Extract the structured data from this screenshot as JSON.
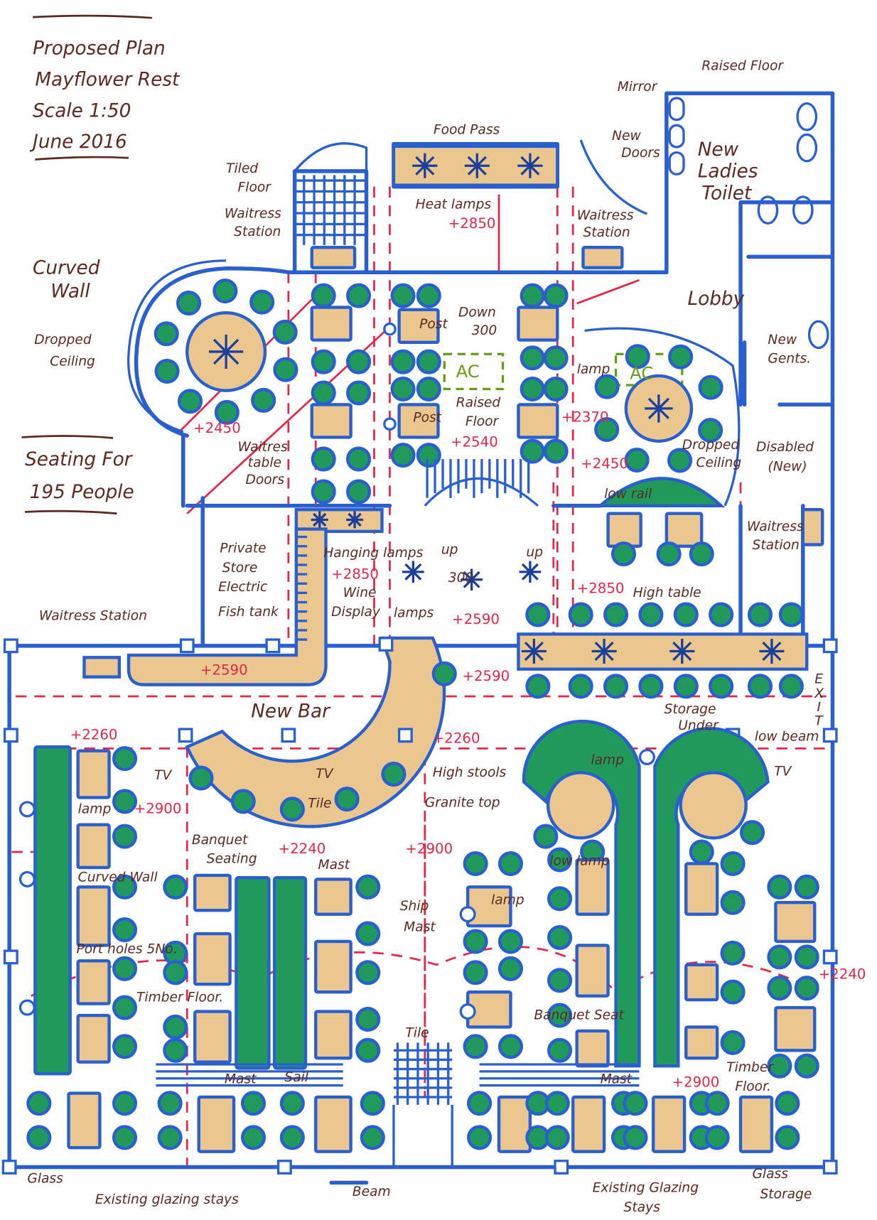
{
  "title_block": {
    "line1": "Proposed Plan",
    "line2": "Mayflower Rest",
    "line3": "Scale 1:50",
    "line4": "June 2016"
  },
  "seating": {
    "line1": "Seating For",
    "line2": "195 People"
  },
  "notes": {
    "food_pass": "Food Pass",
    "heat_lamps": "Heat lamps",
    "tiled_floor": [
      "Tiled",
      "Floor"
    ],
    "waitress_station_top": [
      "Waitress",
      "Station"
    ],
    "mirror": "Mirror",
    "raised_floor_top": "Raised Floor",
    "new_doors": [
      "New",
      "Doors"
    ],
    "new_ladies_toilet": [
      "New",
      "Ladies",
      "Toilet"
    ],
    "waitress_station_right": [
      "Waitress",
      "Station"
    ],
    "lobby": "Lobby",
    "new_gents": [
      "New",
      "Gents."
    ],
    "curved_wall_top": [
      "Curved",
      "Wall"
    ],
    "dropped_ceiling_left": [
      "Dropped",
      "Ceiling"
    ],
    "post_1": "Post",
    "post_2": "Post",
    "down_300": [
      "Down",
      "300"
    ],
    "raised_floor_center": [
      "Raised",
      "Floor"
    ],
    "lamp_right": "lamp",
    "dropped_ceiling_right": [
      "Dropped",
      "Ceiling"
    ],
    "disabled_new": [
      "Disabled",
      "(New)"
    ],
    "waitres_table": [
      "Waitres",
      "table"
    ],
    "doors": "Doors",
    "low_rail": "low rail",
    "waitress_station_far_right": [
      "Waitress",
      "Station"
    ],
    "private_store": [
      "Private",
      "Store",
      "Electric",
      "Fish tank"
    ],
    "hanging_lamps": "Hanging lamps",
    "wine_display": [
      "Wine",
      "Display"
    ],
    "up_1": "up",
    "up_300": "300",
    "up_2": "up",
    "lamps": "lamps",
    "high_table": "High table",
    "waitress_station_left": "Waitress Station",
    "new_bar": "New Bar",
    "exit": [
      "E",
      "X",
      "I",
      "T"
    ],
    "storage_under": [
      "Storage",
      "Under"
    ],
    "low_beam": "low beam",
    "tv_1": "TV",
    "tv_2": "TV",
    "tv_3": "TV",
    "high_stools": "High stools",
    "granite_top": "Granite top",
    "lamp_storage": "lamp",
    "lamp_left": "lamp",
    "tile_bar": "Tile",
    "banquet_seating": [
      "Banquet",
      "Seating"
    ],
    "mast_top": "Mast",
    "low_lamp": "low lamp",
    "curved_wall_bottom": "Curved Wall",
    "ship_mast": [
      "Ship",
      "Mast"
    ],
    "lamp_ship": "lamp",
    "port_holes": "Port holes 5No.",
    "timber_floor_left": "Timber Floor.",
    "banquet_seat": "Banquet Seat",
    "tile_bottom": "Tile",
    "mast_bottom_left": "Mast",
    "sail": "Sail",
    "mast_bottom_right": "Mast",
    "timber_floor_right": [
      "Timber",
      "Floor."
    ],
    "glass": "Glass",
    "existing_glazing_left": "Existing glazing stays",
    "beam": "Beam",
    "existing_glazing_right": [
      "Existing Glazing",
      "Stays"
    ],
    "glass_storage": [
      "Glass",
      "Storage"
    ],
    "ac_1": "AC",
    "ac_2": "AC"
  },
  "levels": {
    "food_pass": "+2850",
    "round_room": "+2450",
    "raised_floor": "+2540",
    "right_col": "+2370",
    "right_round": "+2450",
    "hanging_lamps": "+2850",
    "lamps_area": "+2590",
    "high_table": "+2850",
    "bar": "+2590",
    "bar_right": "+2590",
    "left_2260": "+2260",
    "center_2260": "+2260",
    "left_2900": "+2900",
    "center_2240": "+2240",
    "center_2900": "+2900",
    "right_2240": "+2240",
    "right_2900": "+2900"
  },
  "colors": {
    "wall": "#2a5fd0",
    "table": "#e9c78e",
    "seat": "#1f9a5a",
    "level_line": "#e0284a",
    "ink": "#5b2a22",
    "ac": "#6a9a1a"
  }
}
